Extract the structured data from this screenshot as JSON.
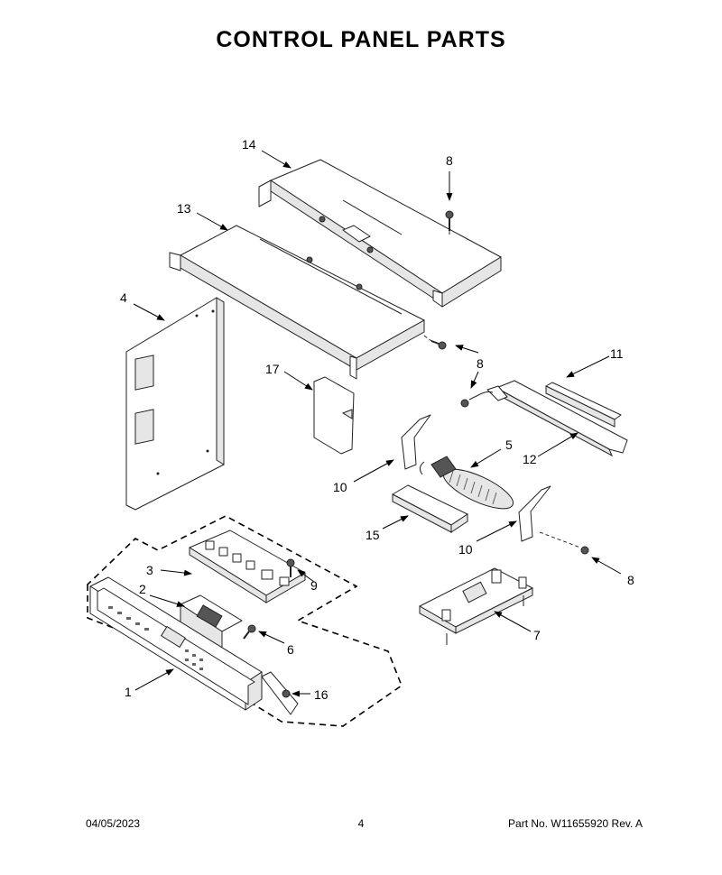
{
  "title": "CONTROL PANEL PARTS",
  "callouts": [
    {
      "id": "c14",
      "label": "14"
    },
    {
      "id": "c8a",
      "label": "8"
    },
    {
      "id": "c13",
      "label": "13"
    },
    {
      "id": "c4",
      "label": "4"
    },
    {
      "id": "c8b",
      "label": "8"
    },
    {
      "id": "c11",
      "label": "11"
    },
    {
      "id": "c17",
      "label": "17"
    },
    {
      "id": "c5",
      "label": "5"
    },
    {
      "id": "c12",
      "label": "12"
    },
    {
      "id": "c10a",
      "label": "10"
    },
    {
      "id": "c15",
      "label": "15"
    },
    {
      "id": "c10b",
      "label": "10"
    },
    {
      "id": "c8c",
      "label": "8"
    },
    {
      "id": "c3",
      "label": "3"
    },
    {
      "id": "c9",
      "label": "9"
    },
    {
      "id": "c2",
      "label": "2"
    },
    {
      "id": "c6",
      "label": "6"
    },
    {
      "id": "c7",
      "label": "7"
    },
    {
      "id": "c1",
      "label": "1"
    },
    {
      "id": "c16",
      "label": "16"
    }
  ],
  "footer": {
    "date": "04/05/2023",
    "page": "4",
    "part_no": "Part No.  W11655920  Rev.  A"
  }
}
